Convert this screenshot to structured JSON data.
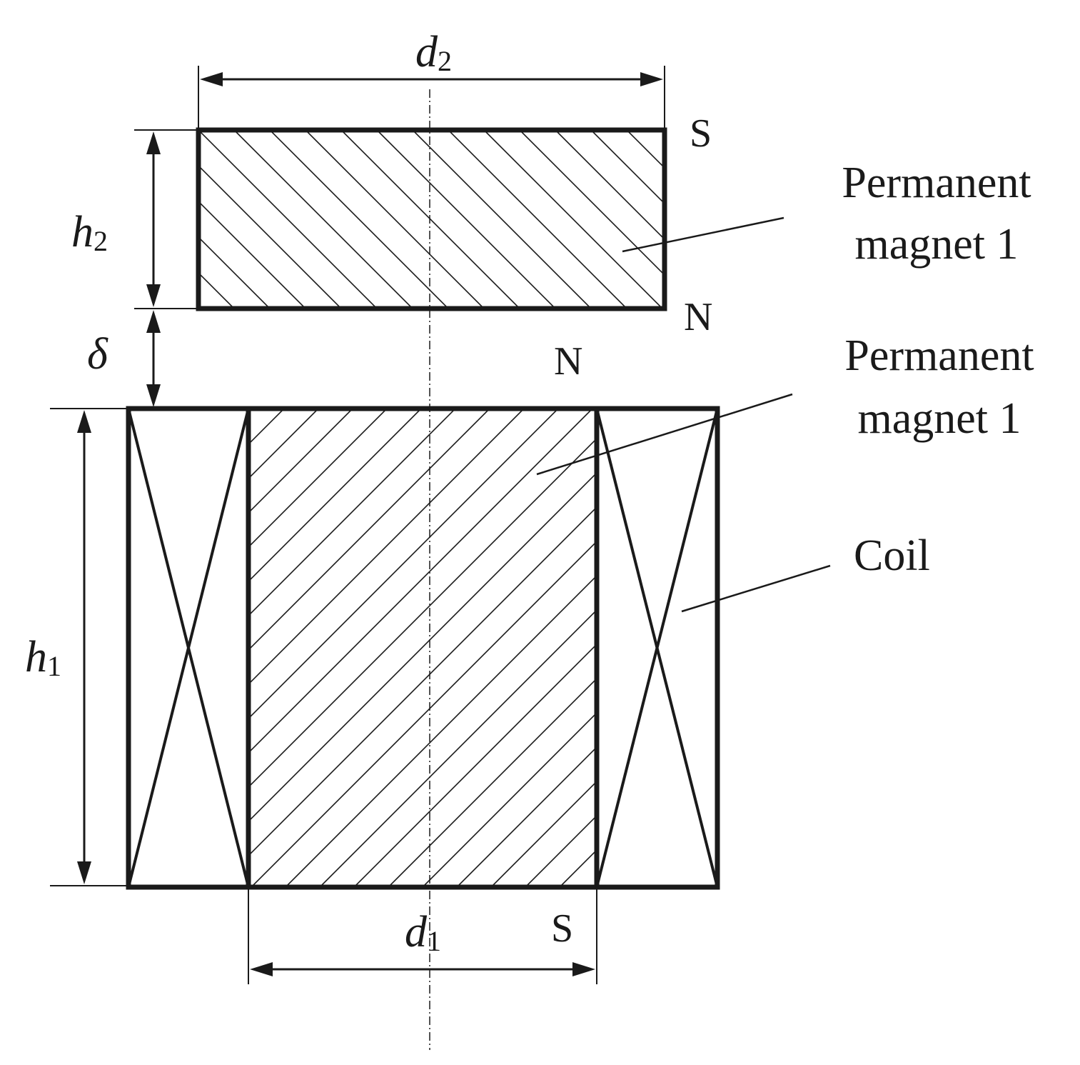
{
  "dimensions": {
    "d2": {
      "symbol": "d",
      "subscript": "2"
    },
    "h2": {
      "symbol": "h",
      "subscript": "2"
    },
    "delta": {
      "symbol": "δ"
    },
    "h1": {
      "symbol": "h",
      "subscript": "1"
    },
    "d1": {
      "symbol": "d",
      "subscript": "1"
    }
  },
  "poles": {
    "top_magnet_top": "S",
    "top_magnet_bottom": "N",
    "bottom_magnet_top": "N",
    "bottom_magnet_bottom": "S"
  },
  "labels": {
    "top_magnet": {
      "line1": "Permanent",
      "line2": "magnet 1"
    },
    "bottom_magnet": {
      "line1": "Permanent",
      "line2": "magnet 1"
    },
    "coil": "Coil"
  }
}
